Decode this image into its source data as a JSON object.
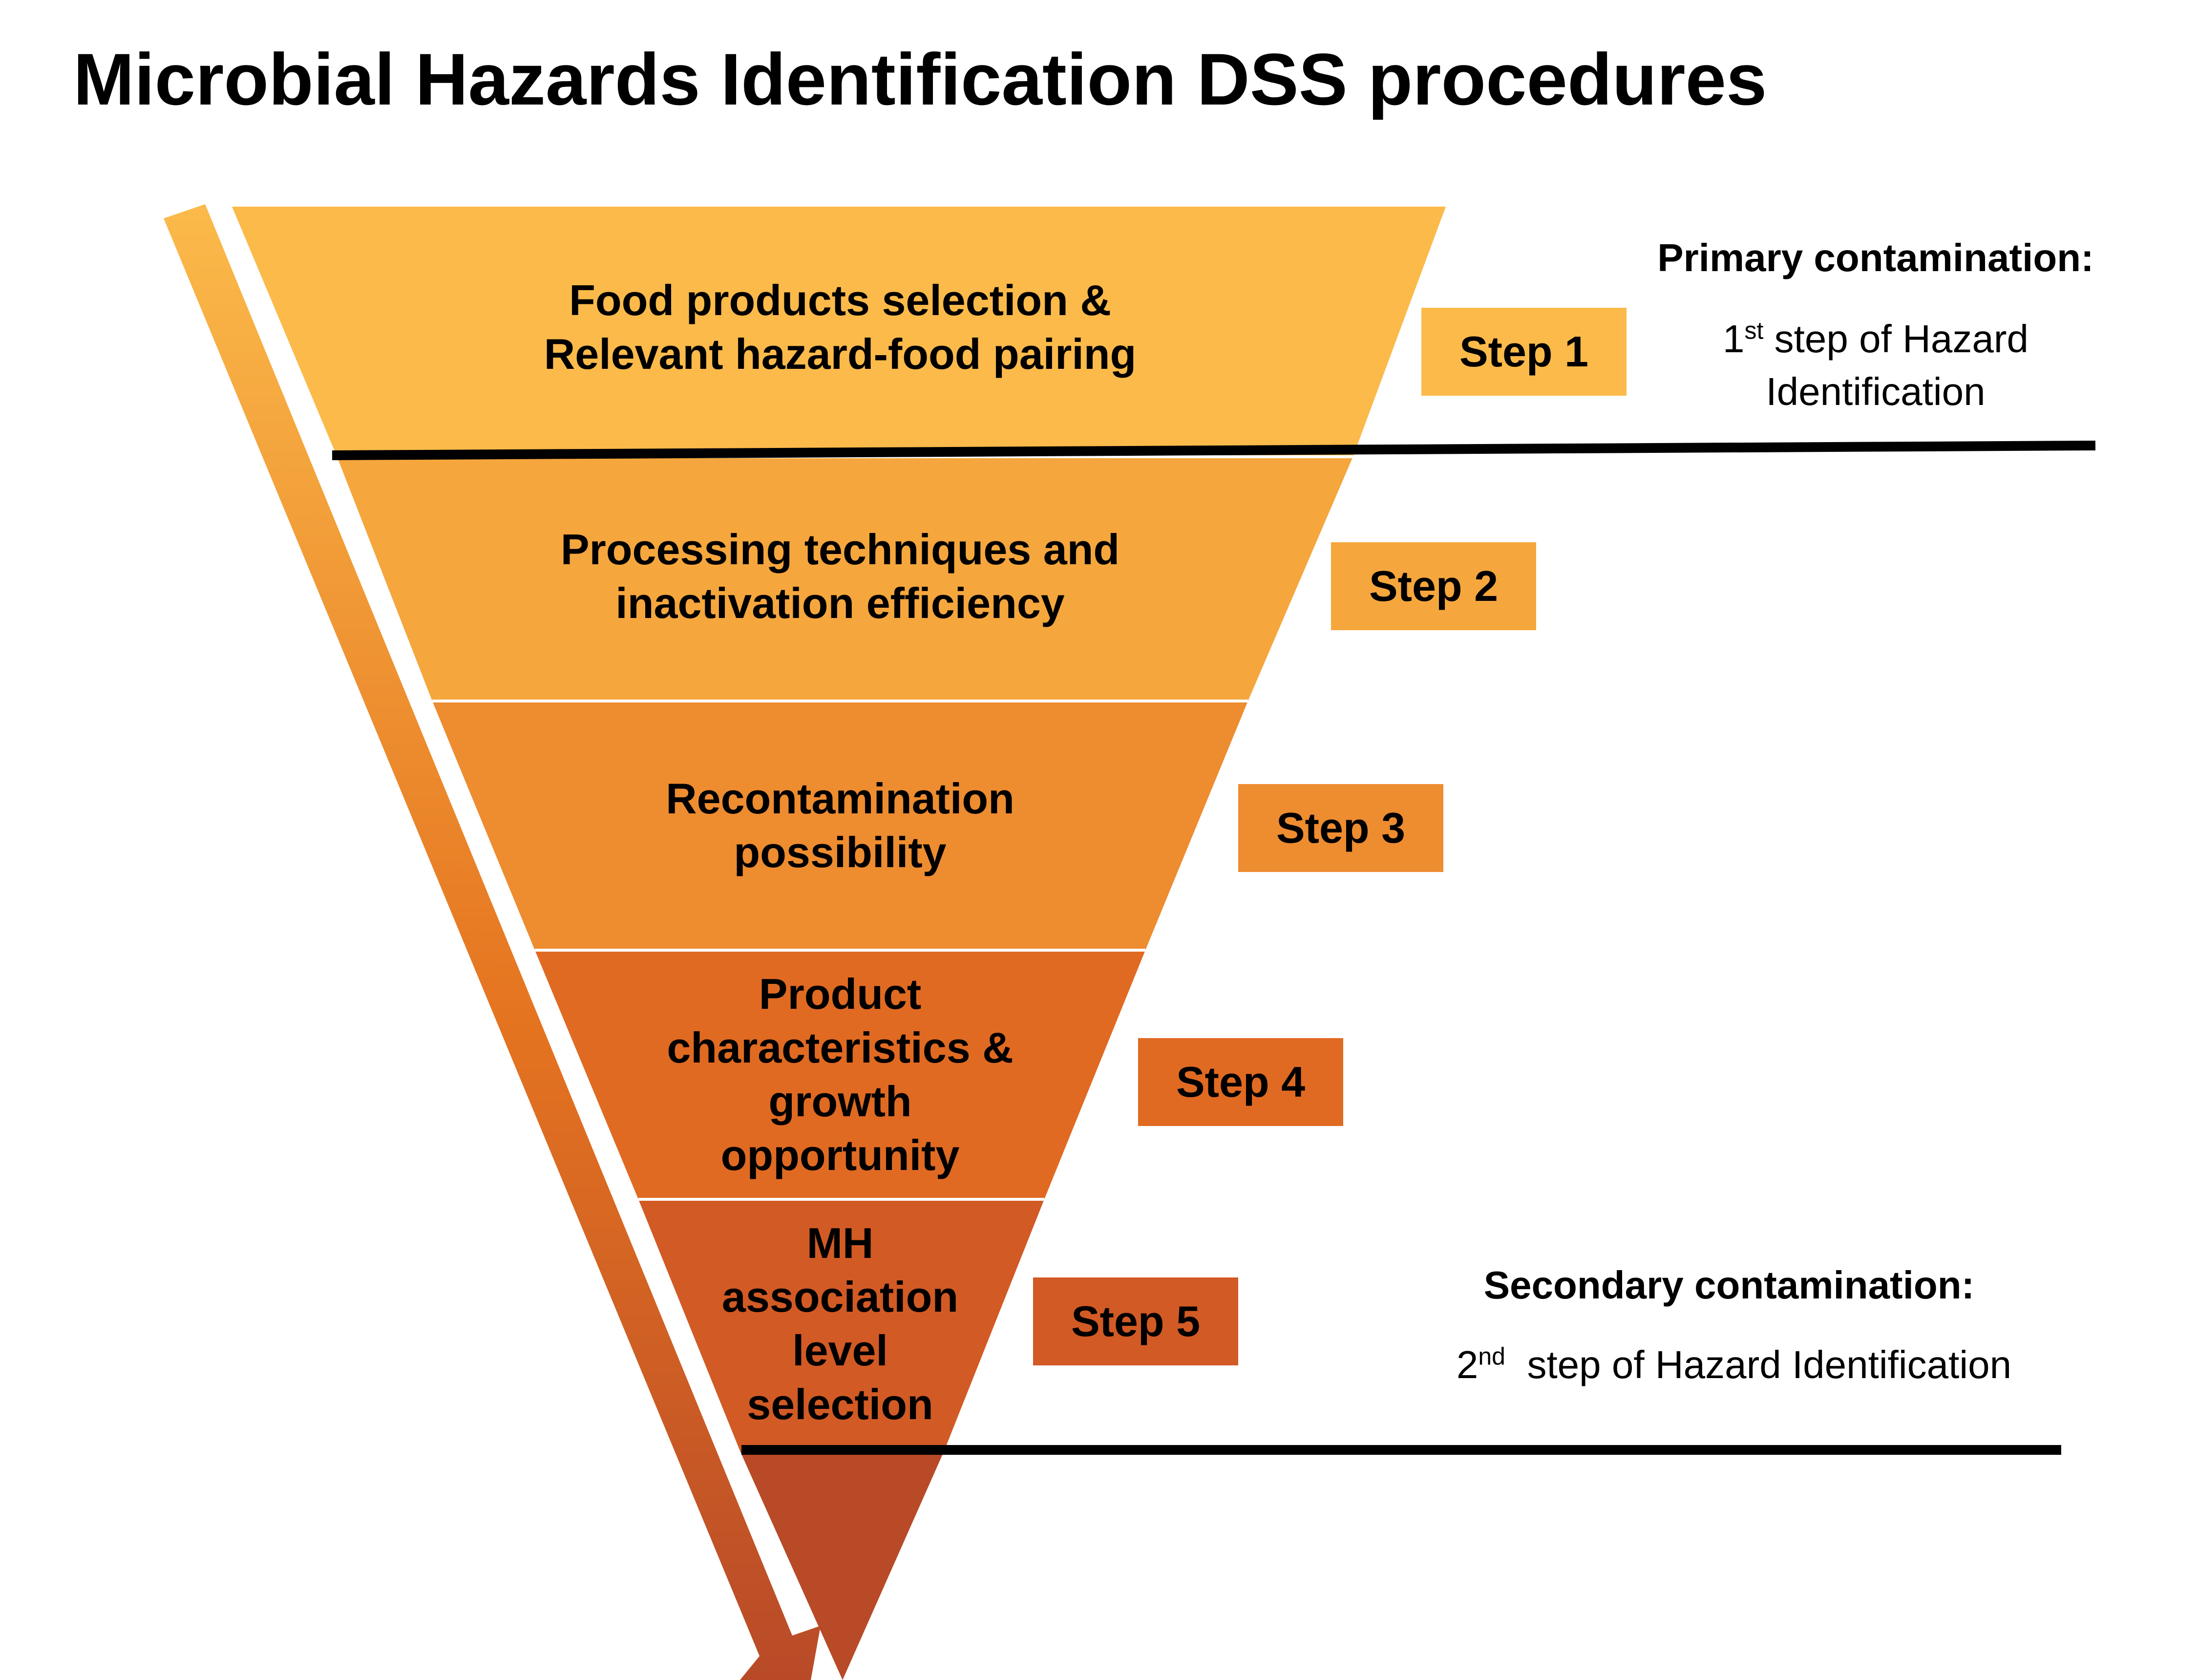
{
  "title": "Microbial Hazards Identification DSS procedures",
  "layers": [
    {
      "text": "Food products selection & Relevant hazard-food pairing",
      "color": "#FBBA4A"
    },
    {
      "text": "Processing techniques and inactivation efficiency",
      "color": "#F5A63D"
    },
    {
      "text": "Recontamination possibility",
      "color": "#EE8C30"
    },
    {
      "text": "Product characteristics & growth opportunity",
      "color": "#E06A22"
    },
    {
      "text": "MH association level selection",
      "color": "#D25A24"
    }
  ],
  "funnel_tip_color": "#B84A28",
  "steps": [
    {
      "label": "Step 1",
      "color": "#FBBA4A"
    },
    {
      "label": "Step 2",
      "color": "#F5A63D"
    },
    {
      "label": "Step 3",
      "color": "#EE8C30"
    },
    {
      "label": "Step 4",
      "color": "#E06A22"
    },
    {
      "label": "Step 5",
      "color": "#D25A24"
    }
  ],
  "primary": {
    "heading": "Primary contamination:",
    "ordinal_number": "1",
    "ordinal_suffix": "st",
    "text_line1": " step of Hazard",
    "text_line2": "Identification"
  },
  "secondary": {
    "heading": "Secondary contamination:",
    "ordinal_number": "2",
    "ordinal_suffix": "nd",
    "text": "  step of Hazard Identification"
  },
  "arrow_colors": {
    "start": "#FBBA4A",
    "end": "#B84A28"
  },
  "divider_color": "#000000"
}
